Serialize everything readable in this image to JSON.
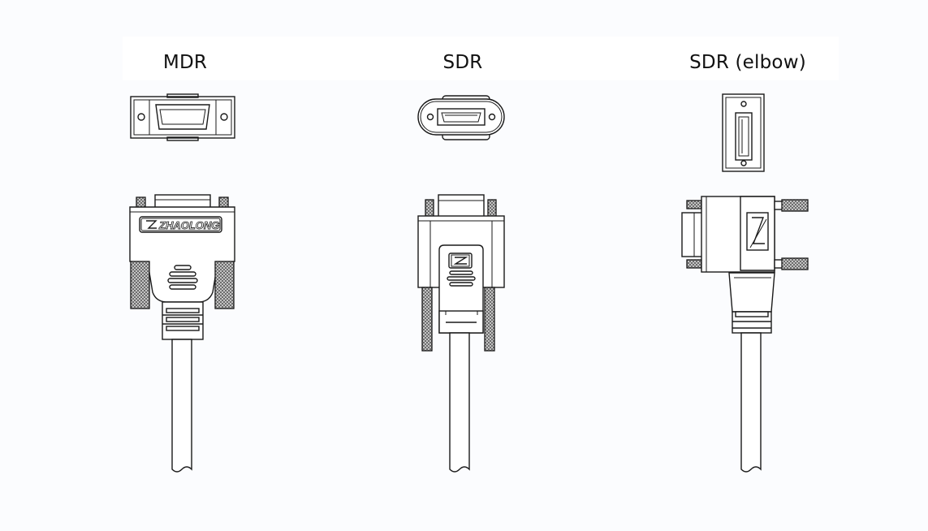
{
  "connectors": [
    {
      "label": "MDR"
    },
    {
      "label": "SDR"
    },
    {
      "label": "SDR (elbow)"
    }
  ],
  "brand": {
    "logo_text": "ZHAOLONG"
  },
  "colors": {
    "line": "#1a1a1a",
    "background": "#fbfcfe",
    "grip_fill": "#c8c8c8"
  }
}
